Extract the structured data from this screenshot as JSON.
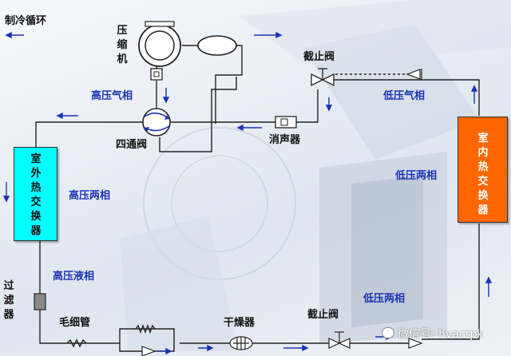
{
  "title": "制冷循环",
  "components": {
    "compressor": "压缩机",
    "four_way_valve": "四通阀",
    "outdoor_hx": "室外热交换器",
    "indoor_hx": "室内热交换器",
    "stop_valve_top": "截止阀",
    "stop_valve_bottom": "截止阀",
    "muffler": "消声器",
    "filter": "过滤器",
    "capillary": "毛细管",
    "dryer": "干燥器"
  },
  "states": {
    "hp_gas": "高压气相",
    "hp_two_phase": "高压两相",
    "hp_liquid": "高压液相",
    "lp_gas": "低压气相",
    "lp_two_phase_right": "低压两相",
    "lp_two_phase_bottom": "低压两相"
  },
  "watermark": "微信号: hvacrpk",
  "colors": {
    "outdoor_hx": "#00ffff",
    "indoor_hx": "#ff6600",
    "pipe": "#222222",
    "arrow": "#1a33b3",
    "label_blue": "#1a33b3"
  }
}
